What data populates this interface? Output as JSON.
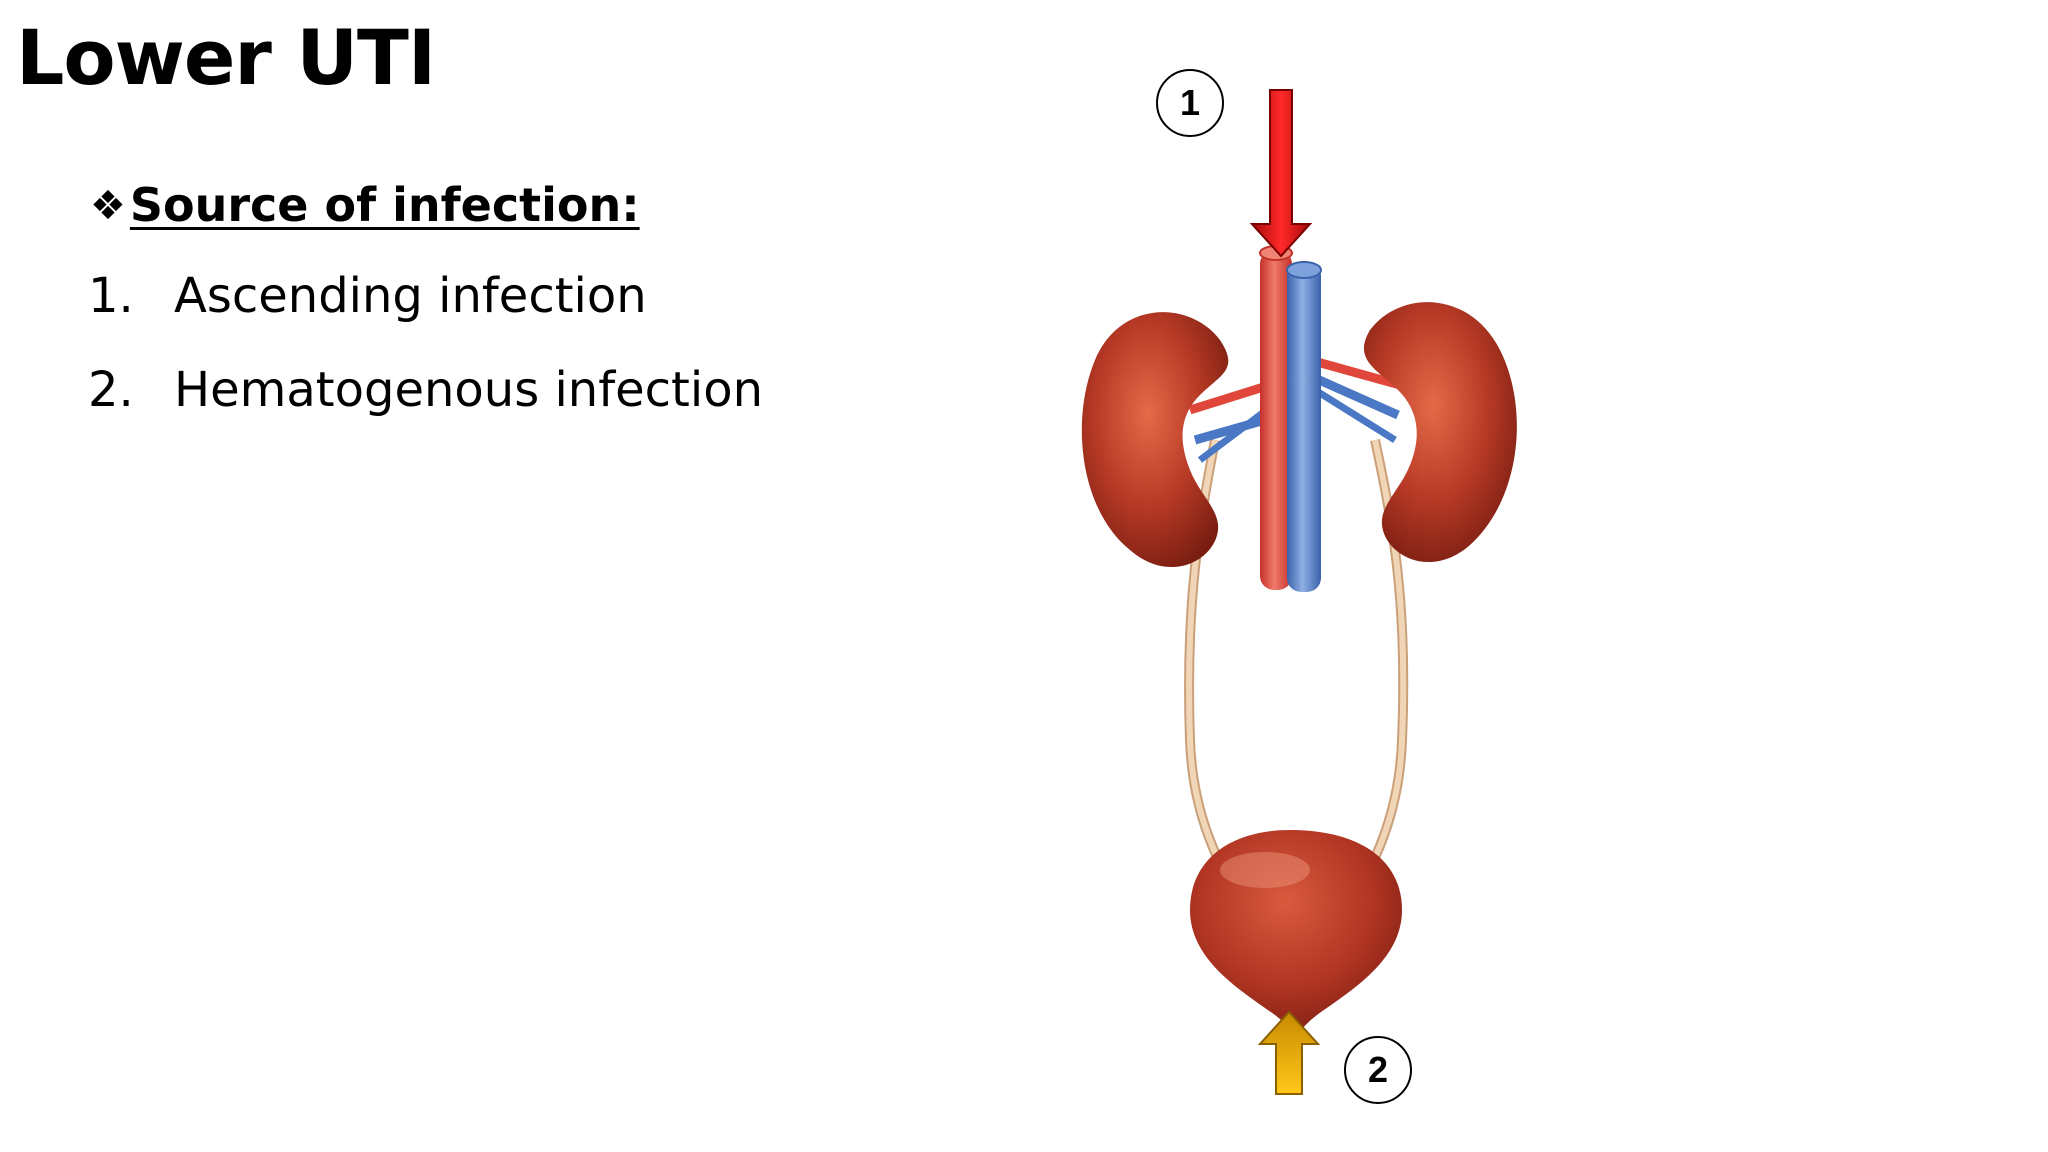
{
  "slide": {
    "title": "Lower UTI",
    "section": {
      "bullet_icon": "four-diamond-bullet-icon",
      "heading": "Source of infection:"
    },
    "items": [
      {
        "number": "1.",
        "text": "Ascending infection"
      },
      {
        "number": "2.",
        "text": "Hematogenous infection"
      }
    ]
  },
  "figure": {
    "markers": [
      {
        "label": "1"
      },
      {
        "label": "2"
      }
    ],
    "colors": {
      "kidney": "#b83a26",
      "artery": "#e0473a",
      "vein": "#4b78c4",
      "ureter": "#e8c9a4",
      "arrow_hematogenous": "#d41010",
      "arrow_ascending": "#e2ac00"
    }
  }
}
